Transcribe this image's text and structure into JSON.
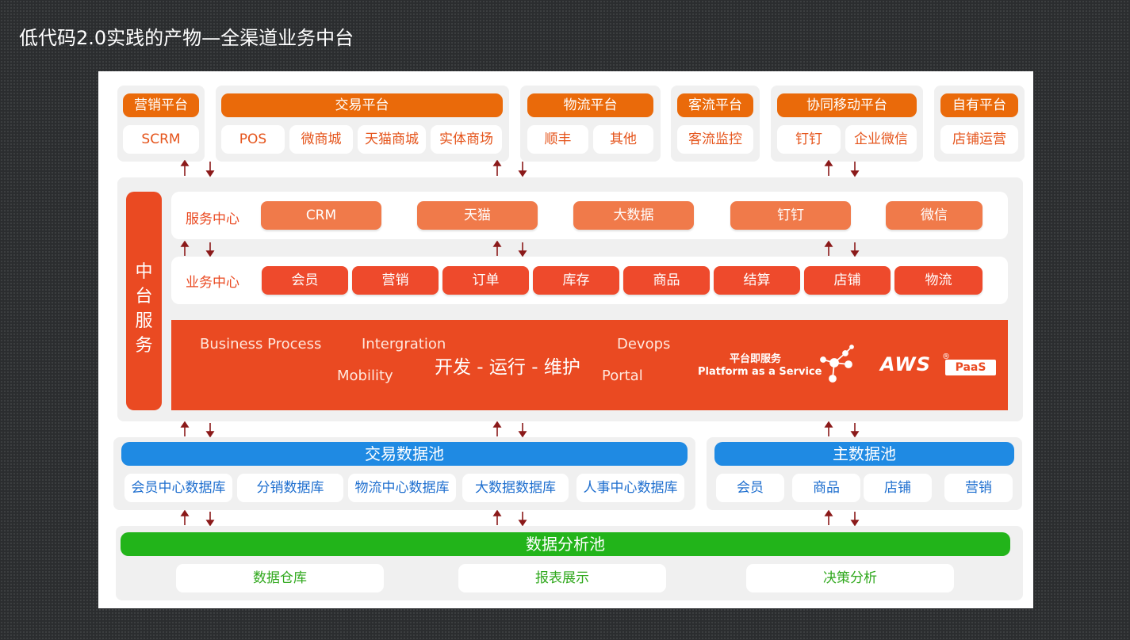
{
  "title": "低代码2.0实践的产物—全渠道业务中台",
  "colors": {
    "orange": "#ea6a0a",
    "service_pill": "#f07a4a",
    "business_pill": "#ee4a2c",
    "band": "#ea4a22",
    "blue": "#1f8ae3",
    "green": "#22b41a",
    "arrow": "#8b1a1a"
  },
  "platforms": [
    {
      "name": "营销平台",
      "items": [
        "SCRM"
      ]
    },
    {
      "name": "交易平台",
      "items": [
        "POS",
        "微商城",
        "天猫商城",
        "实体商场"
      ]
    },
    {
      "name": "物流平台",
      "items": [
        "顺丰",
        "其他"
      ]
    },
    {
      "name": "客流平台",
      "items": [
        "客流监控"
      ]
    },
    {
      "name": "协同移动平台",
      "items": [
        "钉钉",
        "企业微信"
      ]
    },
    {
      "name": "自有平台",
      "items": [
        "店铺运营"
      ]
    }
  ],
  "middle": {
    "side_label": [
      "中",
      "台",
      "服",
      "务"
    ],
    "service_center": {
      "label": "服务中心",
      "items": [
        "CRM",
        "天猫",
        "大数据",
        "钉钉",
        "微信"
      ]
    },
    "business_center": {
      "label": "业务中心",
      "items": [
        "会员",
        "营销",
        "订单",
        "库存",
        "商品",
        "结算",
        "店铺",
        "物流"
      ]
    },
    "band": {
      "business_process": "Business Process",
      "intergration": "Intergration",
      "devops": "Devops",
      "mobility": "Mobility",
      "portal": "Portal",
      "center": "开发 - 运行 - 维护",
      "paas_cn": "平台即服务",
      "paas_en": "Platform as a Service",
      "logo_aws": "AWS",
      "logo_paas": "PaaS"
    }
  },
  "data_pools": {
    "transaction": {
      "title": "交易数据池",
      "items": [
        "会员中心数据库",
        "分销数据库",
        "物流中心数据库",
        "大数据数据库",
        "人事中心数据库"
      ]
    },
    "master": {
      "title": "主数据池",
      "items": [
        "会员",
        "商品",
        "店铺",
        "营销"
      ]
    }
  },
  "analysis": {
    "title": "数据分析池",
    "items": [
      "数据仓库",
      "报表展示",
      "决策分析"
    ]
  }
}
